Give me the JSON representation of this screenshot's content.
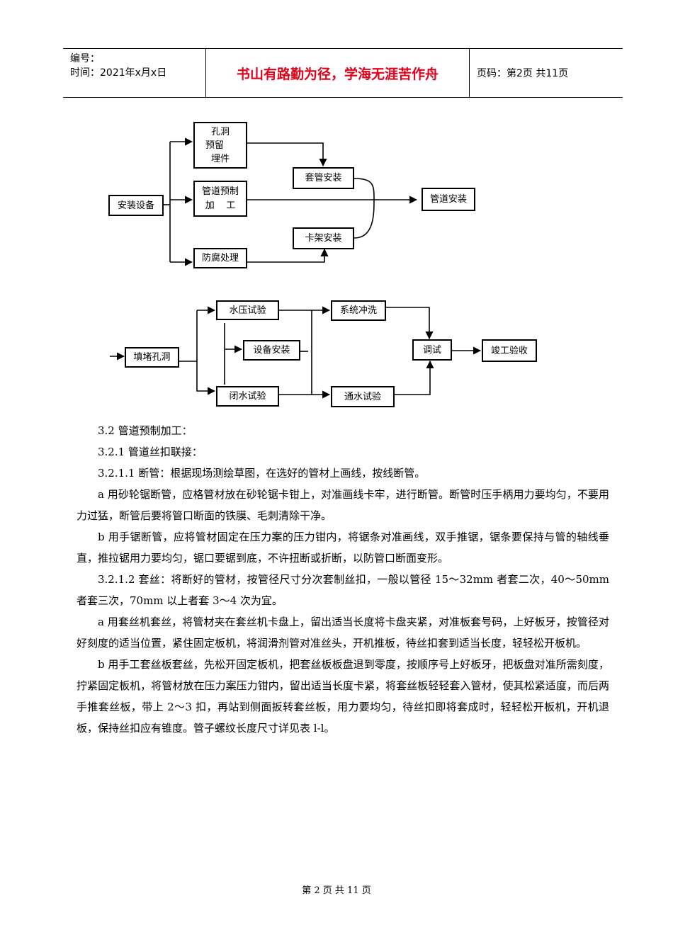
{
  "header": {
    "number_label": "编号：",
    "time_label": "时间：2021年x月x日",
    "motto": "书山有路勤为径，学海无涯苦作舟",
    "page_label": "页码：第2页  共11页"
  },
  "diagram1": {
    "install_equipment": "安装设备",
    "holes_line1": "孔洞",
    "holes_line2": "预留",
    "holes_line3": "埋件",
    "prefab_line1": "管道预制",
    "prefab_line2": "加    工",
    "anticorrosion": "防腐处理",
    "sleeve_install": "套管安装",
    "bracket_install": "卡架安装",
    "pipe_install": "管道安装"
  },
  "diagram2": {
    "fill_holes": "填堵孔洞",
    "pressure_test": "水压试验",
    "equipment_install": "设备安装",
    "closed_water_test": "闭水试验",
    "system_flush": "系统冲洗",
    "flow_test": "通水试验",
    "debug": "调试",
    "completion_acceptance": "竣工验收"
  },
  "body": {
    "p1": "3.2 管道预制加工：",
    "p2": "3.2.1 管道丝扣联接：",
    "p3": "3.2.1.1 断管：根据现场测绘草图，在选好的管材上画线，按线断管。",
    "p4": "a 用砂轮锯断管，应格管材放在砂轮锯卡钳上，对准画线卡牢，进行断管。断管时压手柄用力要均匀，不要用力过猛，断管后要将管口断面的铁膜、毛刺清除干净。",
    "p5": "b 用手锯断管，应将管材固定在压力案的压力钳内，将锯条对准画线，双手推锯，锯条要保持与管的轴线垂直，推拉锯用力要均匀，锯口要锯到底，不许扭断或折断，以防管口断面变形。",
    "p6": "3.2.1.2 套丝：将断好的管材，按管径尺寸分次套制丝扣，一般以管径 15～32mm 者套二次，40～50mm 者套三次，70mm 以上者套 3～4 次为宜。",
    "p7": "a 用套丝机套丝，将管材夹在套丝机卡盘上，留出适当长度将卡盘夹紧，对准板套号码，上好板牙，按管径对好刻度的适当位置，紧住固定板机，将润滑剂管对准丝头，开机推板，待丝扣套到适当长度，轻轻松开板机。",
    "p8": "b 用手工套丝板套丝，先松开固定板机，把套丝板板盘退到零度，按顺序号上好板牙，把板盘对准所需刻度，拧紧固定板机，将管材放在压力案压力钳内，留出适当长度卡紧，将套丝板轻轻套入管材，使其松紧适度，而后两手推套丝板，带上 2～3 扣，再站到侧面扳转套丝板，用力要均匀，待丝扣即将套成时，轻轻松开板机，开机退板，保持丝扣应有锥度。管子螺纹长度尺寸详见表 l-l。"
  },
  "footer": {
    "page": "第 2 页 共 11 页"
  }
}
